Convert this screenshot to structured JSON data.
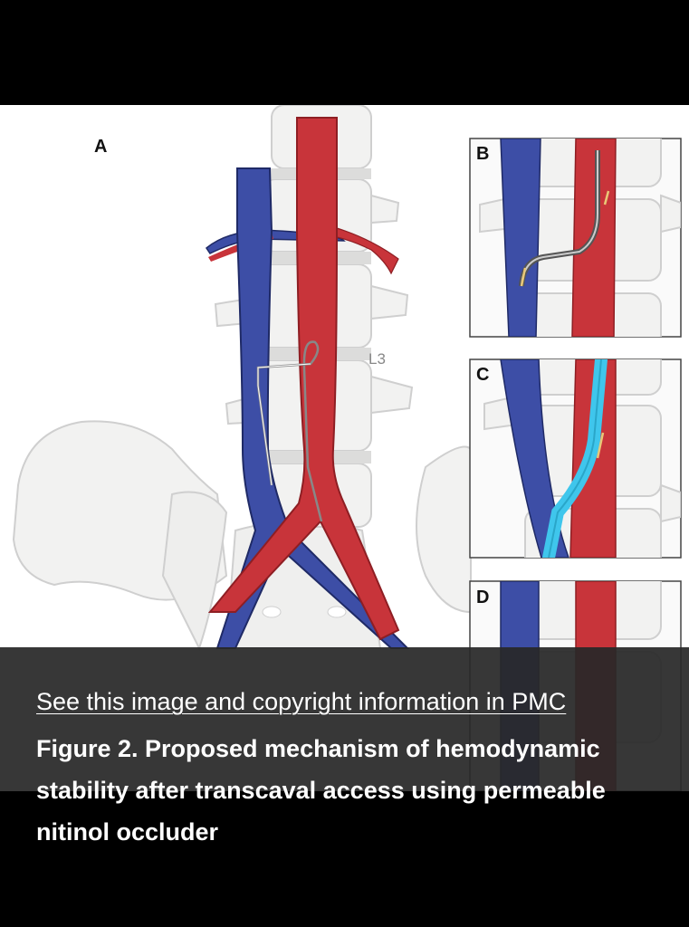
{
  "figure": {
    "panels": {
      "a": "A",
      "b": "B",
      "c": "C",
      "d": "D"
    },
    "vertebra_label": "L3",
    "colors": {
      "vein": "#3d4ea6",
      "artery": "#c8343a",
      "device": "#3fc6ec",
      "bone": "#f2f2f1"
    }
  },
  "caption": {
    "link_text": "See this image and copyright information in PMC",
    "title": "Figure 2. Proposed mechanism of hemodynamic stability after transcaval access using permeable nitinol occluder"
  }
}
